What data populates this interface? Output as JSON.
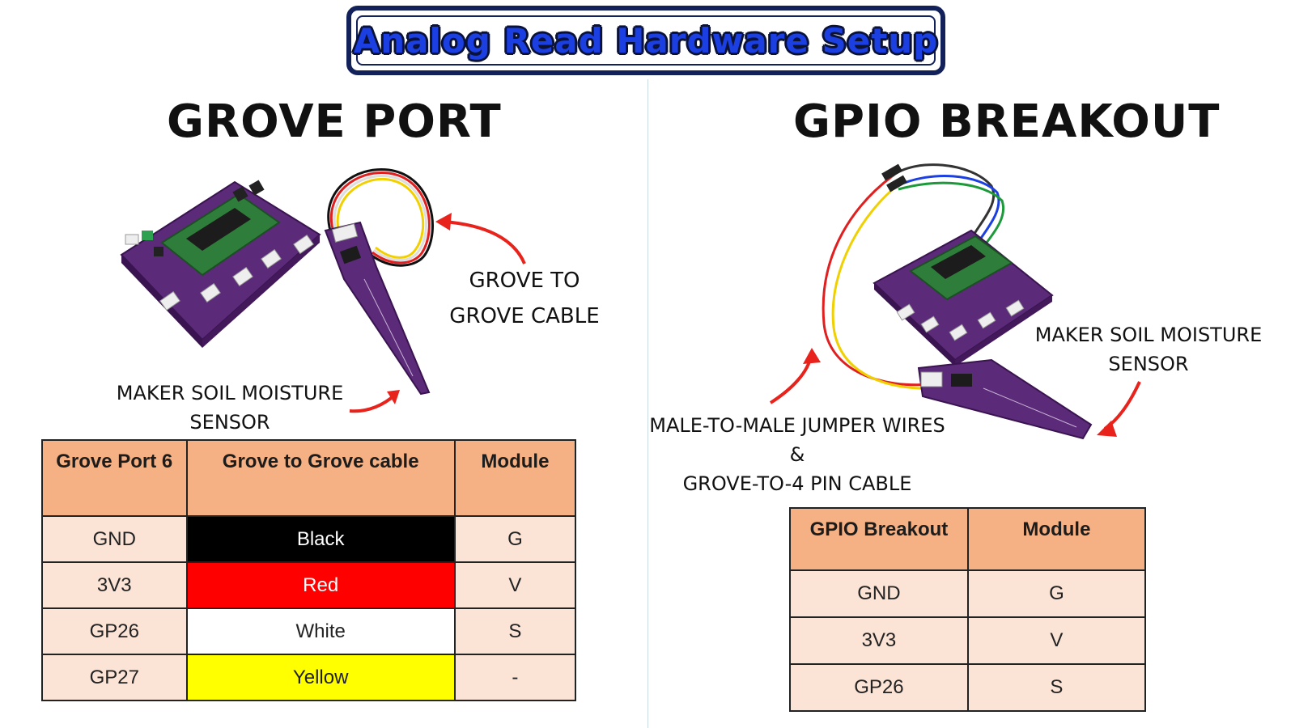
{
  "title": "Analog Read Hardware Setup",
  "left": {
    "heading": "GROVE PORT",
    "cable_callout_line1": "GROVE TO",
    "cable_callout_line2": "GROVE CABLE",
    "sensor_callout_line1": "MAKER SOIL MOISTURE",
    "sensor_callout_line2": "SENSOR",
    "table": {
      "headers": [
        "Grove Port 6",
        "Grove to Grove cable",
        "Module"
      ],
      "rows": [
        [
          "GND",
          "Black",
          "G"
        ],
        [
          "3V3",
          "Red",
          "V"
        ],
        [
          "GP26",
          "White",
          "S"
        ],
        [
          "GP27",
          "Yellow",
          "-"
        ]
      ],
      "cable_colors": [
        "#000000",
        "#ff0000",
        "#ffffff",
        "#ffff00"
      ]
    }
  },
  "right": {
    "heading": "GPIO BREAKOUT",
    "sensor_callout_line1": "MAKER SOIL MOISTURE",
    "sensor_callout_line2": "SENSOR",
    "wire_callout_line1": "MALE-TO-MALE JUMPER WIRES",
    "wire_callout_line2": "&",
    "wire_callout_line3": "GROVE-TO-4 PIN CABLE",
    "table": {
      "headers": [
        "GPIO Breakout",
        "Module"
      ],
      "rows": [
        [
          "GND",
          "G"
        ],
        [
          "3V3",
          "V"
        ],
        [
          "GP26",
          "S"
        ]
      ]
    }
  },
  "colors": {
    "board": "#5b2a78",
    "pico": "#2f7d3a",
    "arrow": "#e8231c",
    "table_header": "#f5b183",
    "table_cell": "#fbe3d6"
  }
}
